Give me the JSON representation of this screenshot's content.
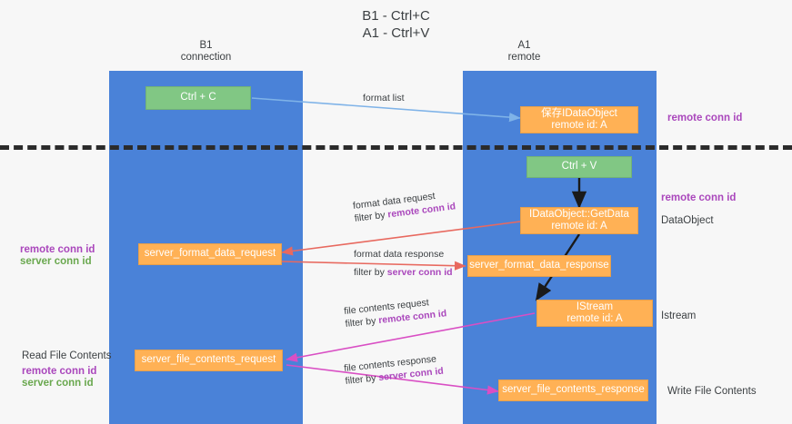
{
  "title": {
    "line1": "B1 - Ctrl+C",
    "line2": "A1 - Ctrl+V"
  },
  "lanes": [
    {
      "id": "b1",
      "name": "B1",
      "role": "connection",
      "color": "#4a82d8"
    },
    {
      "id": "a1",
      "name": "A1",
      "role": "remote",
      "color": "#4a82d8"
    }
  ],
  "colors": {
    "lane": "#4a82d8",
    "green_box": "#81c784",
    "orange_box": "#ffb155",
    "purple_text": "#aa47bc",
    "green_text": "#6aa84f",
    "divider": "#2b2b2b",
    "arrow_blue": "#7fb3e8",
    "arrow_red": "#e8695f",
    "arrow_magenta": "#d94fc4",
    "arrow_black": "#1a1a1a"
  },
  "boxes": {
    "ctrl_c": {
      "line1": "Ctrl + C"
    },
    "save_idataobject": {
      "line1": "保存IDataObject",
      "line2": "remote id: A"
    },
    "ctrl_v": {
      "line1": "Ctrl + V"
    },
    "getdata": {
      "line1": "IDataObject::GetData",
      "line2": "remote id: A"
    },
    "server_format_data_request": {
      "line1": "server_format_data_request"
    },
    "server_format_data_response": {
      "line1": "server_format_data_response"
    },
    "istream": {
      "line1": "IStream",
      "line2": "remote id: A"
    },
    "server_file_contents_request": {
      "line1": "server_file_contents_request"
    },
    "server_file_contents_response": {
      "line1": "server_file_contents_response"
    }
  },
  "arrow_labels": {
    "format_list": "format list",
    "format_data_request": "format data request",
    "format_data_request_filter_prefix": "filter by ",
    "format_data_request_filter_key": "remote conn id",
    "format_data_response": "format data response",
    "format_data_response_filter_prefix": "filter by ",
    "format_data_response_filter_key": "server conn id",
    "file_contents_request": "file contents request",
    "file_contents_request_filter_prefix": "filter by ",
    "file_contents_request_filter_key": "remote conn id",
    "file_contents_response": "file contents response",
    "file_contents_response_filter_prefix": "filter by ",
    "file_contents_response_filter_key": "server conn id"
  },
  "right_labels": {
    "remote_conn_id_top": "remote conn id",
    "remote_conn_id_mid": "remote conn id",
    "dataobject": "DataObject",
    "istream": "Istream",
    "write_file_contents": "Write File Contents"
  },
  "left_labels": {
    "remote_conn_id": "remote conn id",
    "server_conn_id": "server conn id",
    "read_file_contents": "Read File Contents",
    "remote_conn_id_2": "remote conn id",
    "server_conn_id_2": "server conn id"
  }
}
